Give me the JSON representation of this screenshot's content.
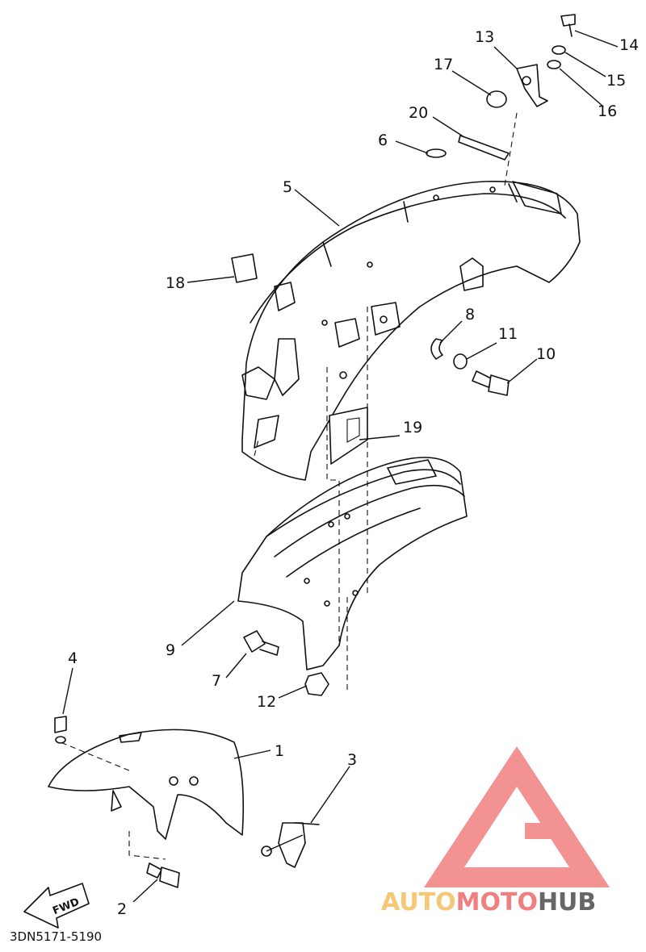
{
  "diagram": {
    "catalog_code": "3DN5171-5190",
    "direction_label": "FWD",
    "callouts": [
      "1",
      "2",
      "3",
      "4",
      "5",
      "6",
      "7",
      "8",
      "9",
      "10",
      "11",
      "12",
      "13",
      "14",
      "15",
      "16",
      "17",
      "18",
      "19",
      "20"
    ]
  },
  "watermark": {
    "text_part1": "AUTO",
    "text_part2": "MOTO",
    "text_part3": "HUB",
    "color_primary": "#f08080",
    "color_secondary": "#f5c878",
    "color_dark": "#666666"
  }
}
